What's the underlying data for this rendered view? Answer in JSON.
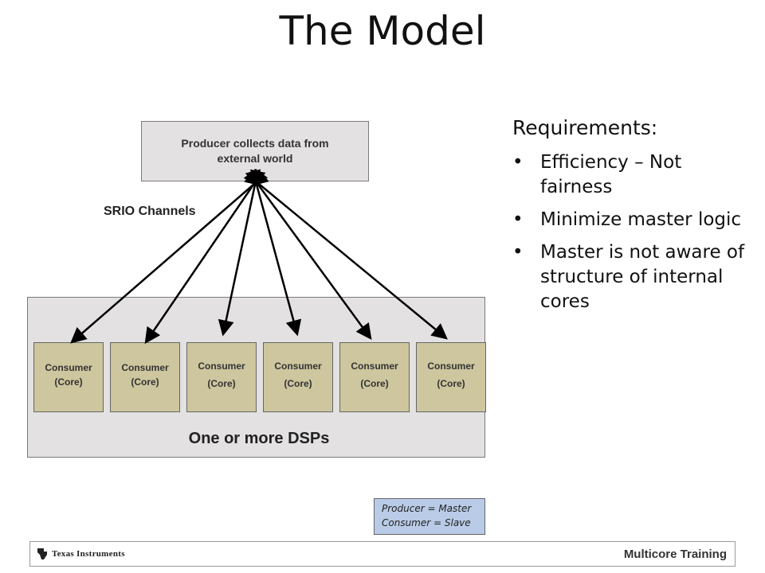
{
  "title": "The Model",
  "diagram": {
    "producer_label": "Producer collects data from external world",
    "channels_label": "SRIO Channels",
    "dsp_label": "One or more DSPs",
    "consumers": [
      {
        "line1": "Consumer",
        "line2": "(Core)"
      },
      {
        "line1": "Consumer",
        "line2": "(Core)"
      },
      {
        "line1": "Consumer",
        "line2": "(Core)"
      },
      {
        "line1": "Consumer",
        "line2": "(Core)"
      },
      {
        "line1": "Consumer",
        "line2": "(Core)"
      },
      {
        "line1": "Consumer",
        "line2": "(Core)"
      }
    ]
  },
  "requirements": {
    "heading": "Requirements:",
    "items": [
      "Efficiency – Not fairness",
      "Minimize master logic",
      "Master is not aware of structure of internal cores"
    ]
  },
  "legend": {
    "line1": "Producer = Master",
    "line2": "Consumer = Slave"
  },
  "footer": {
    "brand": "Texas Instruments",
    "label": "Multicore Training"
  },
  "colors": {
    "box_gray": "#e3e1e1",
    "consumer_fill": "#cdc69e",
    "legend_fill": "#b9cbe6"
  }
}
